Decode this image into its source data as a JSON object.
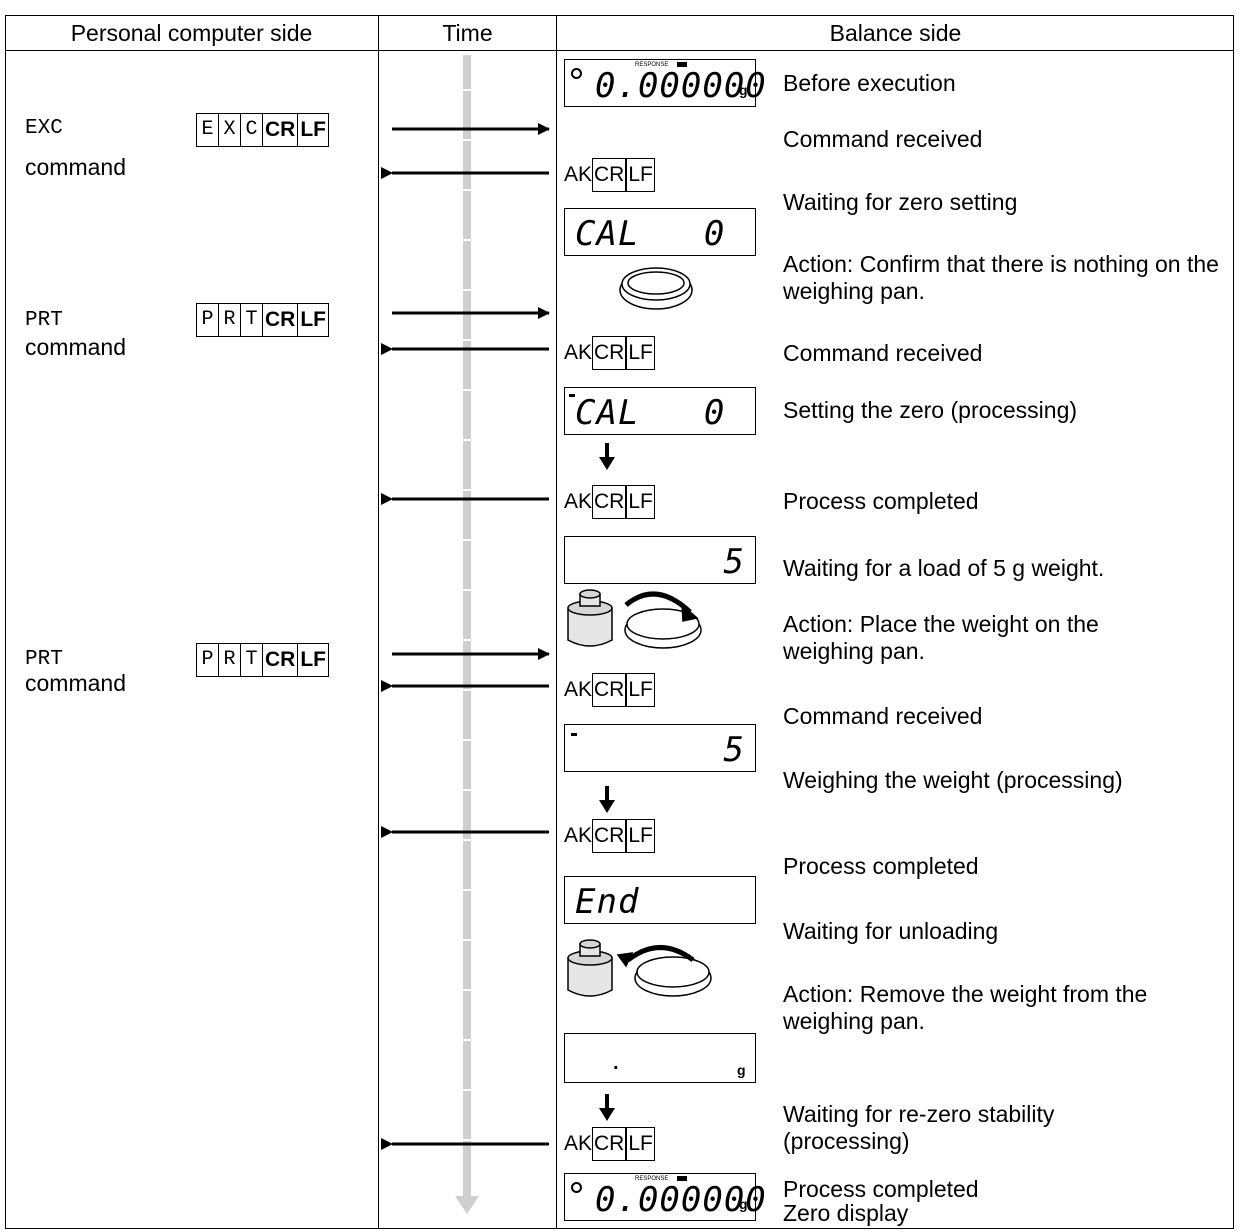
{
  "headers": {
    "pc": "Personal computer side",
    "time": "Time",
    "balance": "Balance side"
  },
  "pc_commands": [
    {
      "code": "EXC",
      "word": "command",
      "chars": [
        "E",
        "X",
        "C"
      ]
    },
    {
      "code": "PRT",
      "word": "command",
      "chars": [
        "P",
        "R",
        "T"
      ]
    },
    {
      "code": "PRT",
      "word": "command",
      "chars": [
        "P",
        "R",
        "T"
      ]
    }
  ],
  "control_codes": {
    "cr": "CR",
    "lf": "LF"
  },
  "ack": {
    "a": "AK",
    "cr": "CR",
    "lf": "LF"
  },
  "displays": {
    "zero": "0.000000",
    "unit": "g",
    "response": "RESPONSE",
    "cal0": "CAL   0",
    "five": "5",
    "end": "End",
    "dot": "."
  },
  "steps": [
    "Before execution",
    "Command received",
    "Waiting for zero setting",
    "Action: Confirm that there is nothing on the weighing pan.",
    "Command received",
    "Setting the zero (processing)",
    "Process completed",
    "Waiting for a load of 5 g weight.",
    "Action: Place the weight on the weighing pan.",
    "Command received",
    "Weighing the weight (processing)",
    "Process completed",
    "Waiting for unloading",
    "Action: Remove the weight from the weighing pan.",
    "Waiting for re-zero stability (processing)",
    "Process completed",
    "Zero display"
  ]
}
